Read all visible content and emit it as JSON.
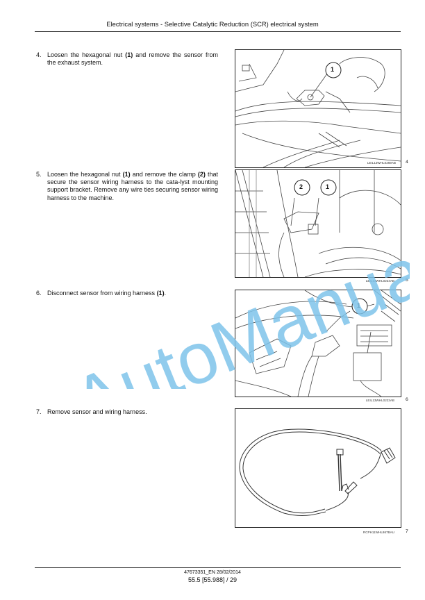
{
  "header": {
    "title": "Electrical systems - Selective Catalytic Reduction (SCR) electrical system"
  },
  "steps": [
    {
      "num": "4.",
      "pre": "Loosen the hexagonal nut ",
      "b1": "(1)",
      "mid": " and remove the sensor from the exhaust system.",
      "b2": "",
      "post": ""
    },
    {
      "num": "5.",
      "pre": "Loosen the hexagonal nut ",
      "b1": "(1)",
      "mid": " and remove the clamp ",
      "b2": "(2)",
      "post": " that secure the sensor wiring harness to the cata-lyst mounting support bracket.  Remove any wire ties securing sensor wiring harness to the machine."
    },
    {
      "num": "6.",
      "pre": "Disconnect sensor from wiring harness ",
      "b1": "(1)",
      "mid": ".",
      "b2": "",
      "post": ""
    },
    {
      "num": "7.",
      "pre": "Remove sensor and wiring harness.",
      "b1": "",
      "mid": "",
      "b2": "",
      "post": ""
    }
  ],
  "figures": [
    {
      "caption": "LEIL13WHL0269AB",
      "number": "4",
      "callouts": [
        "1"
      ]
    },
    {
      "caption": "LEIL13WHL0224AB",
      "number": "5",
      "callouts": [
        "2",
        "1"
      ]
    },
    {
      "caption": "LEIL13WHL0223AB",
      "number": "6",
      "callouts": [
        "1"
      ]
    },
    {
      "caption": "RCPH11WHL867BAU",
      "number": "7",
      "callouts": []
    }
  ],
  "watermark": {
    "text": "AutoManual",
    "color": "#7ec3ea"
  },
  "footer": {
    "doc": "47673351_EN 28/02/2014",
    "page": "55.5 [55.988] / 29"
  }
}
